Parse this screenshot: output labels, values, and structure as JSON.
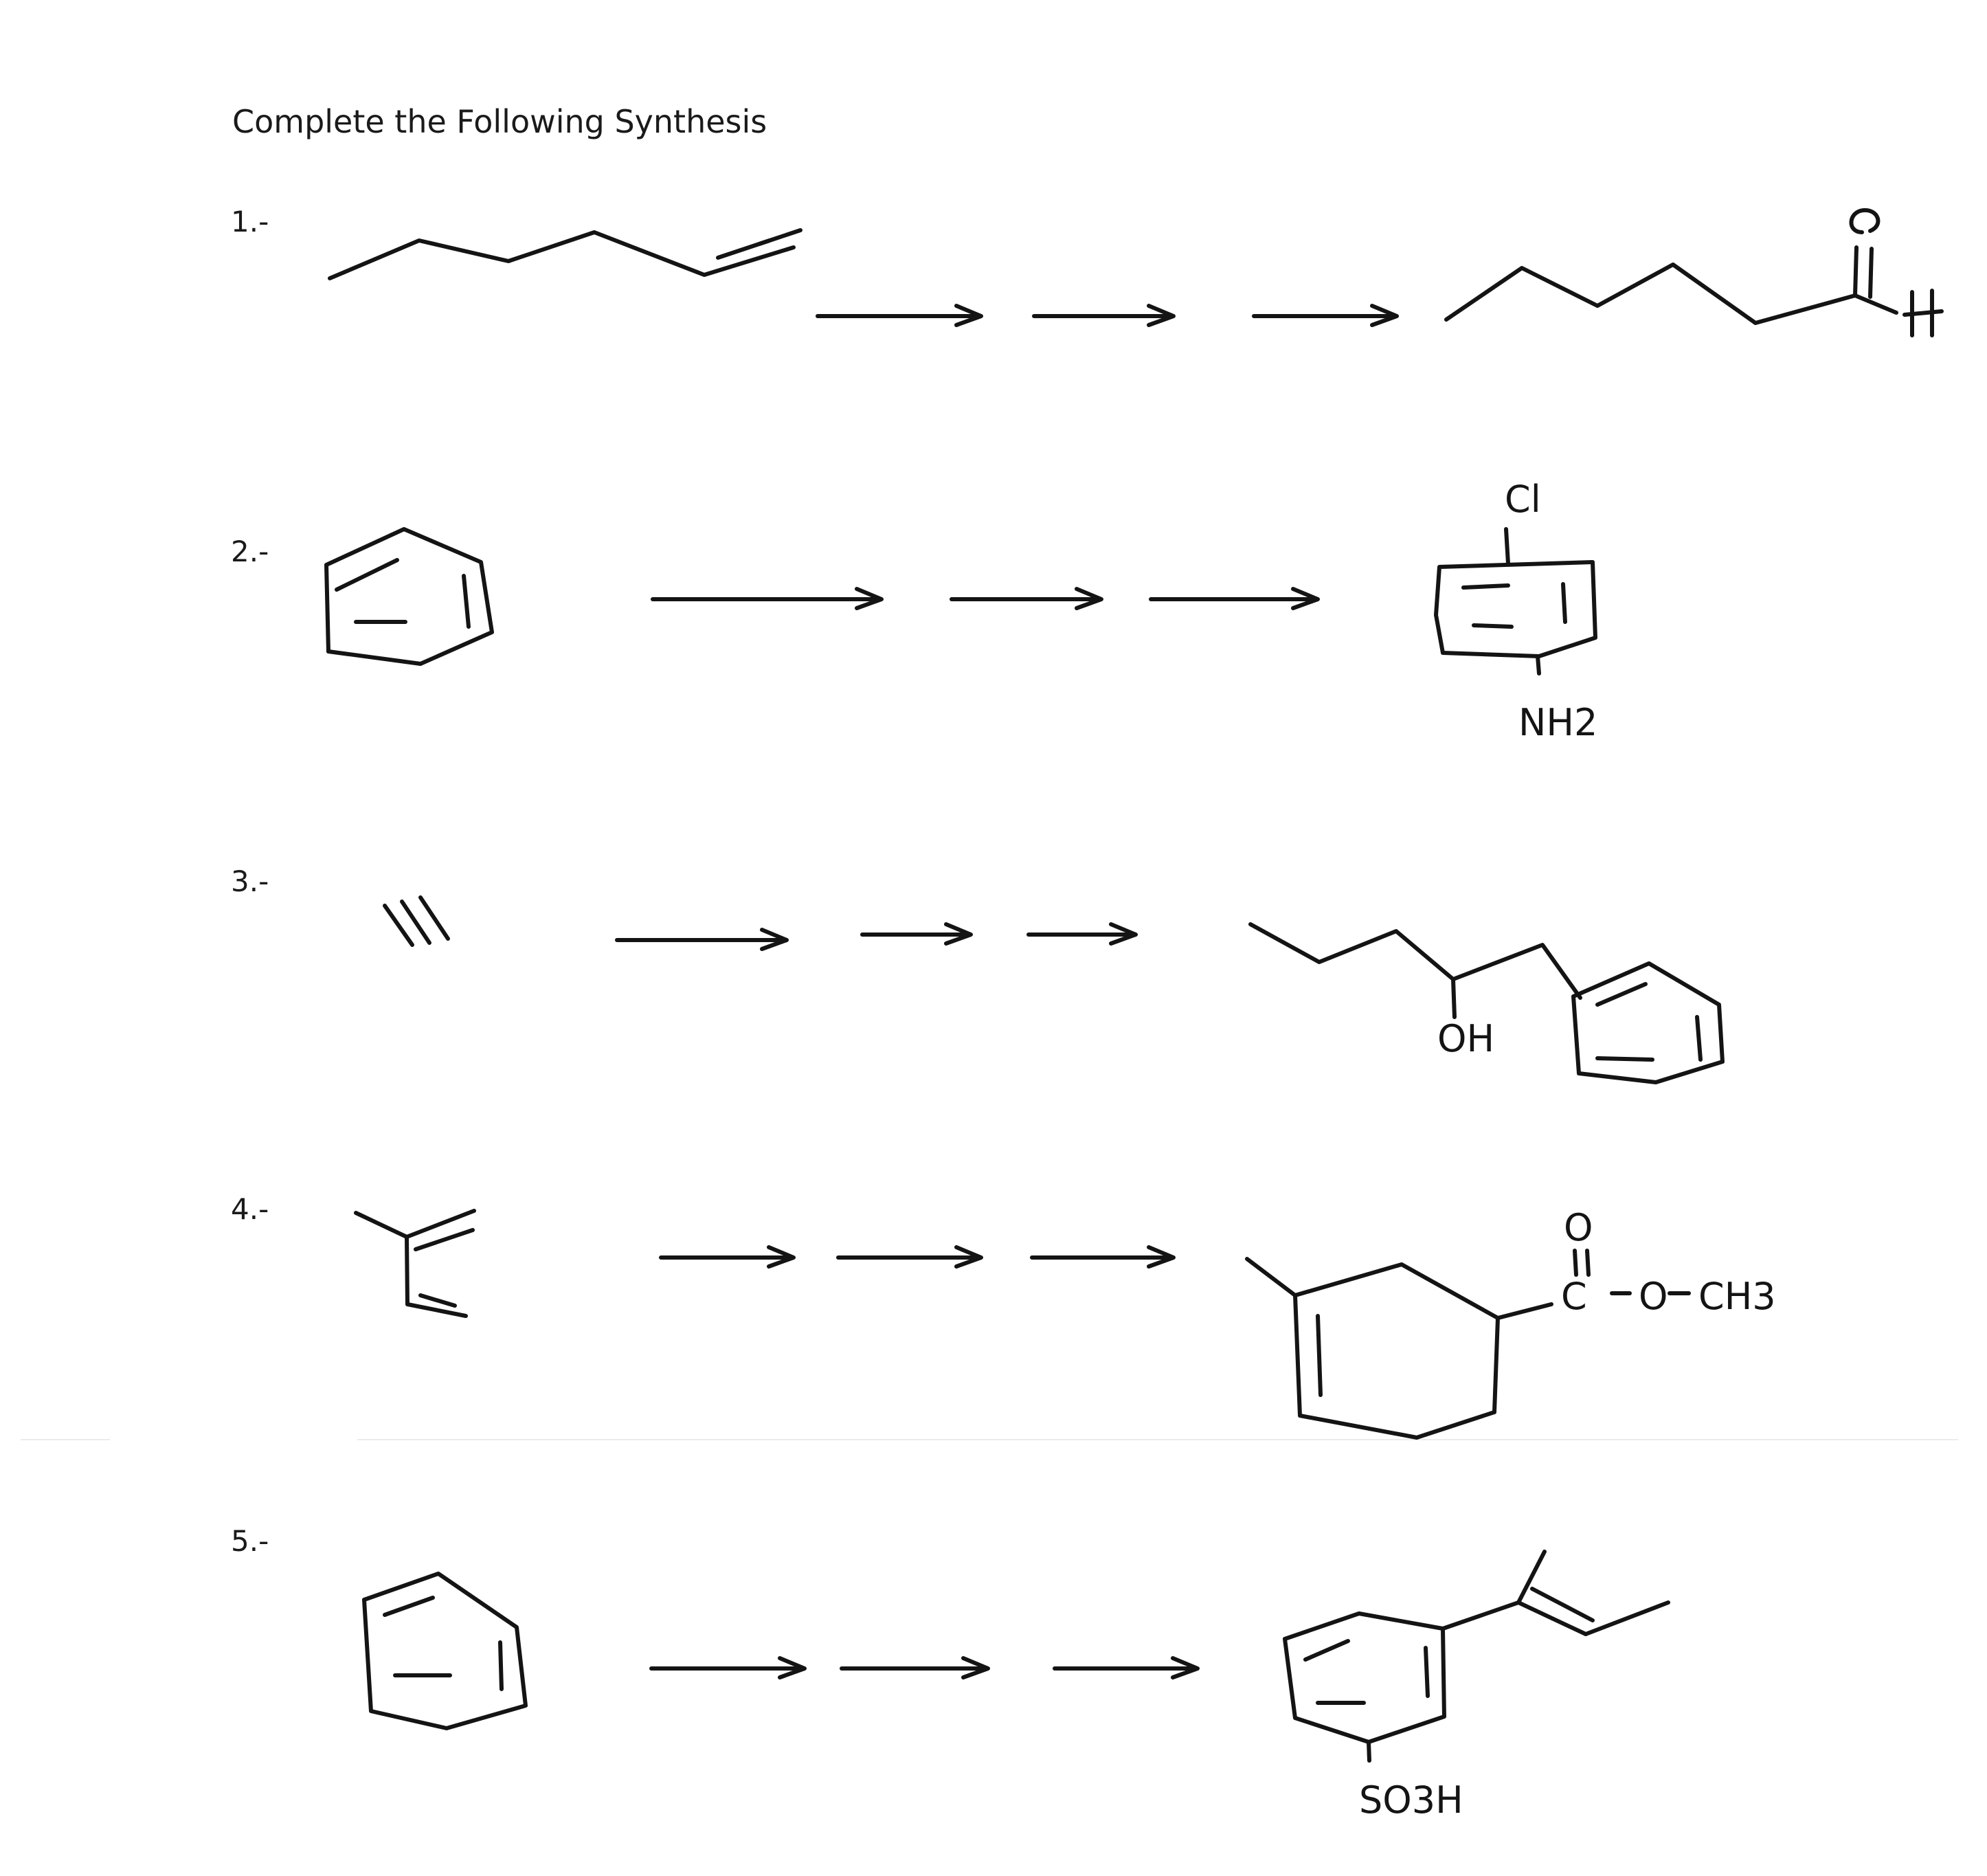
{
  "title": "Complete the Following Synthesis",
  "problems": [
    {
      "number": "1.-"
    },
    {
      "number": "2.-",
      "labels": [
        "Cl",
        "NH2"
      ]
    },
    {
      "number": "3.-",
      "labels": [
        "OH"
      ]
    },
    {
      "number": "4.-",
      "labels": [
        "O",
        "C",
        "O",
        "CH3"
      ]
    },
    {
      "number": "5.-",
      "labels": [
        "SO3H"
      ]
    }
  ]
}
